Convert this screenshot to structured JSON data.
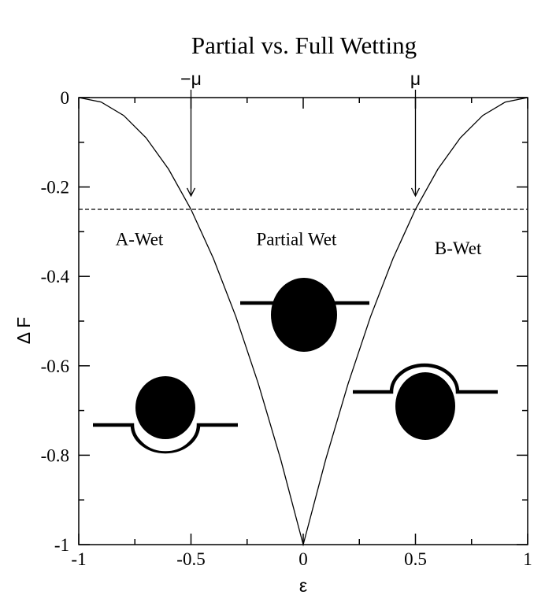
{
  "chart_data": {
    "type": "line",
    "title": "Partial vs. Full Wetting",
    "xlabel": "ε",
    "ylabel": "Δ F",
    "xlim": [
      -1,
      1
    ],
    "ylim": [
      -1,
      0
    ],
    "grid": false,
    "x_ticks": [
      -1,
      -0.5,
      0,
      0.5,
      1
    ],
    "x_tick_labels": [
      "-1",
      "-0.5",
      "0",
      "0.5",
      "1"
    ],
    "y_ticks": [
      0,
      -0.2,
      -0.4,
      -0.6,
      -0.8,
      -1
    ],
    "y_tick_labels": [
      "0",
      "-0.2",
      "-0.4",
      "-0.6",
      "-0.8",
      "-1"
    ],
    "series": [
      {
        "x": [
          -1,
          -0.9,
          -0.8,
          -0.7,
          -0.6,
          -0.5,
          -0.4,
          -0.3,
          -0.2,
          -0.1,
          0,
          0.1,
          0.2,
          0.3,
          0.4,
          0.5,
          0.6,
          0.7,
          0.8,
          0.9,
          1
        ],
        "y": [
          0,
          -0.01,
          -0.04,
          -0.09,
          -0.16,
          -0.25,
          -0.36,
          -0.49,
          -0.64,
          -0.81,
          -1,
          -0.81,
          -0.64,
          -0.49,
          -0.36,
          -0.25,
          -0.16,
          -0.09,
          -0.04,
          -0.01,
          0
        ],
        "style": "solid"
      },
      {
        "x": [
          -1,
          1
        ],
        "y": [
          -0.25,
          -0.25
        ],
        "style": "dashed"
      }
    ],
    "annotations": [
      {
        "text": "−μ",
        "x": -0.5,
        "y": -0.22,
        "kind": "arrow-down"
      },
      {
        "text": "μ",
        "x": 0.5,
        "y": -0.22,
        "kind": "arrow-down"
      }
    ],
    "region_labels": [
      {
        "text": "A-Wet",
        "x": -0.73,
        "y": -0.33
      },
      {
        "text": "Partial Wet",
        "x": -0.03,
        "y": -0.33
      },
      {
        "text": "B-Wet",
        "x": 0.69,
        "y": -0.35
      }
    ]
  }
}
